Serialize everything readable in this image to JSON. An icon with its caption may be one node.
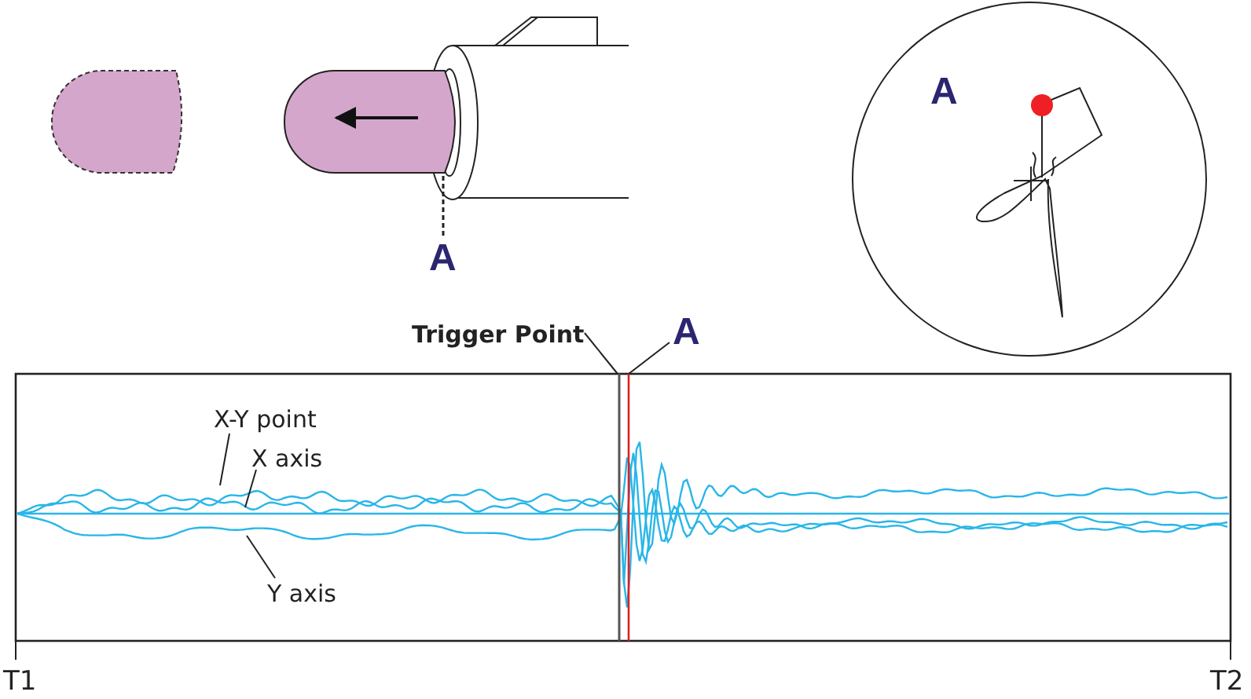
{
  "diagram": {
    "nodes": [
      {
        "text": [
          "A"
        ]
      },
      {
        "text": [
          "A"
        ]
      },
      {
        "text": [
          "Trigger Point"
        ]
      },
      {
        "text": [
          "A"
        ]
      },
      {
        "text": [
          "X-Y point"
        ]
      },
      {
        "text": [
          "X axis"
        ]
      },
      {
        "text": [
          "Y axis"
        ]
      }
    ],
    "edges": [
      {
        "from": 1,
        "to": null,
        "arrow": "none",
        "style": "dashed"
      },
      {
        "from": 2,
        "to": null,
        "arrow": "none"
      },
      {
        "from": 3,
        "to": null,
        "arrow": "none"
      },
      {
        "from": 4,
        "to": null,
        "arrow": "none"
      },
      {
        "from": 5,
        "to": null,
        "arrow": "none"
      },
      {
        "from": 6,
        "to": null,
        "arrow": "none"
      }
    ],
    "labels": [
      "T1",
      "T2"
    ]
  }
}
